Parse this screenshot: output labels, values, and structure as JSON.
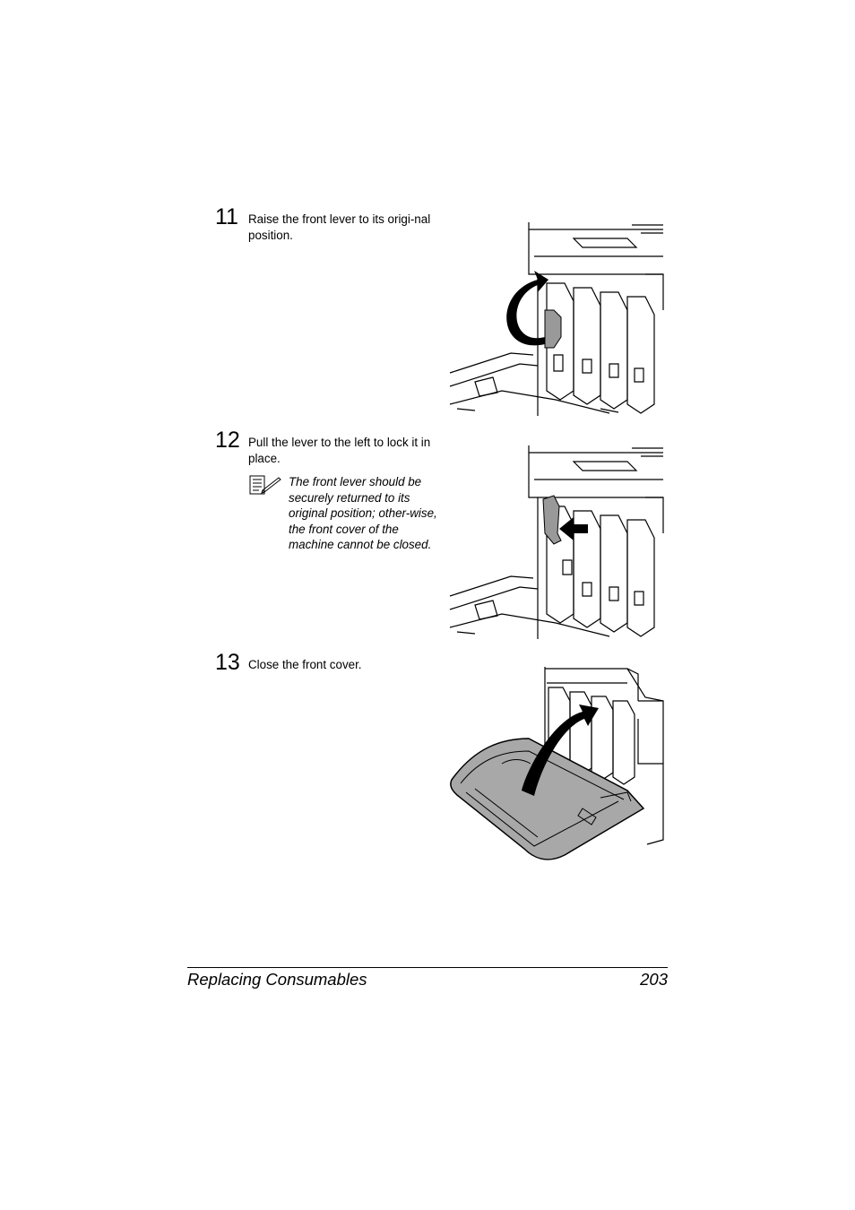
{
  "steps": [
    {
      "number": "11",
      "text": "Raise the front lever to its origi-nal position."
    },
    {
      "number": "12",
      "text": "Pull the lever to the left to lock it in place.",
      "note": "The front lever should be securely returned to its original position; other-wise, the front cover of the machine cannot be closed."
    },
    {
      "number": "13",
      "text": "Close the front cover."
    }
  ],
  "footer": {
    "title": "Replacing Consumables",
    "page": "203"
  },
  "icons": {
    "note": "note-pad-icon"
  }
}
